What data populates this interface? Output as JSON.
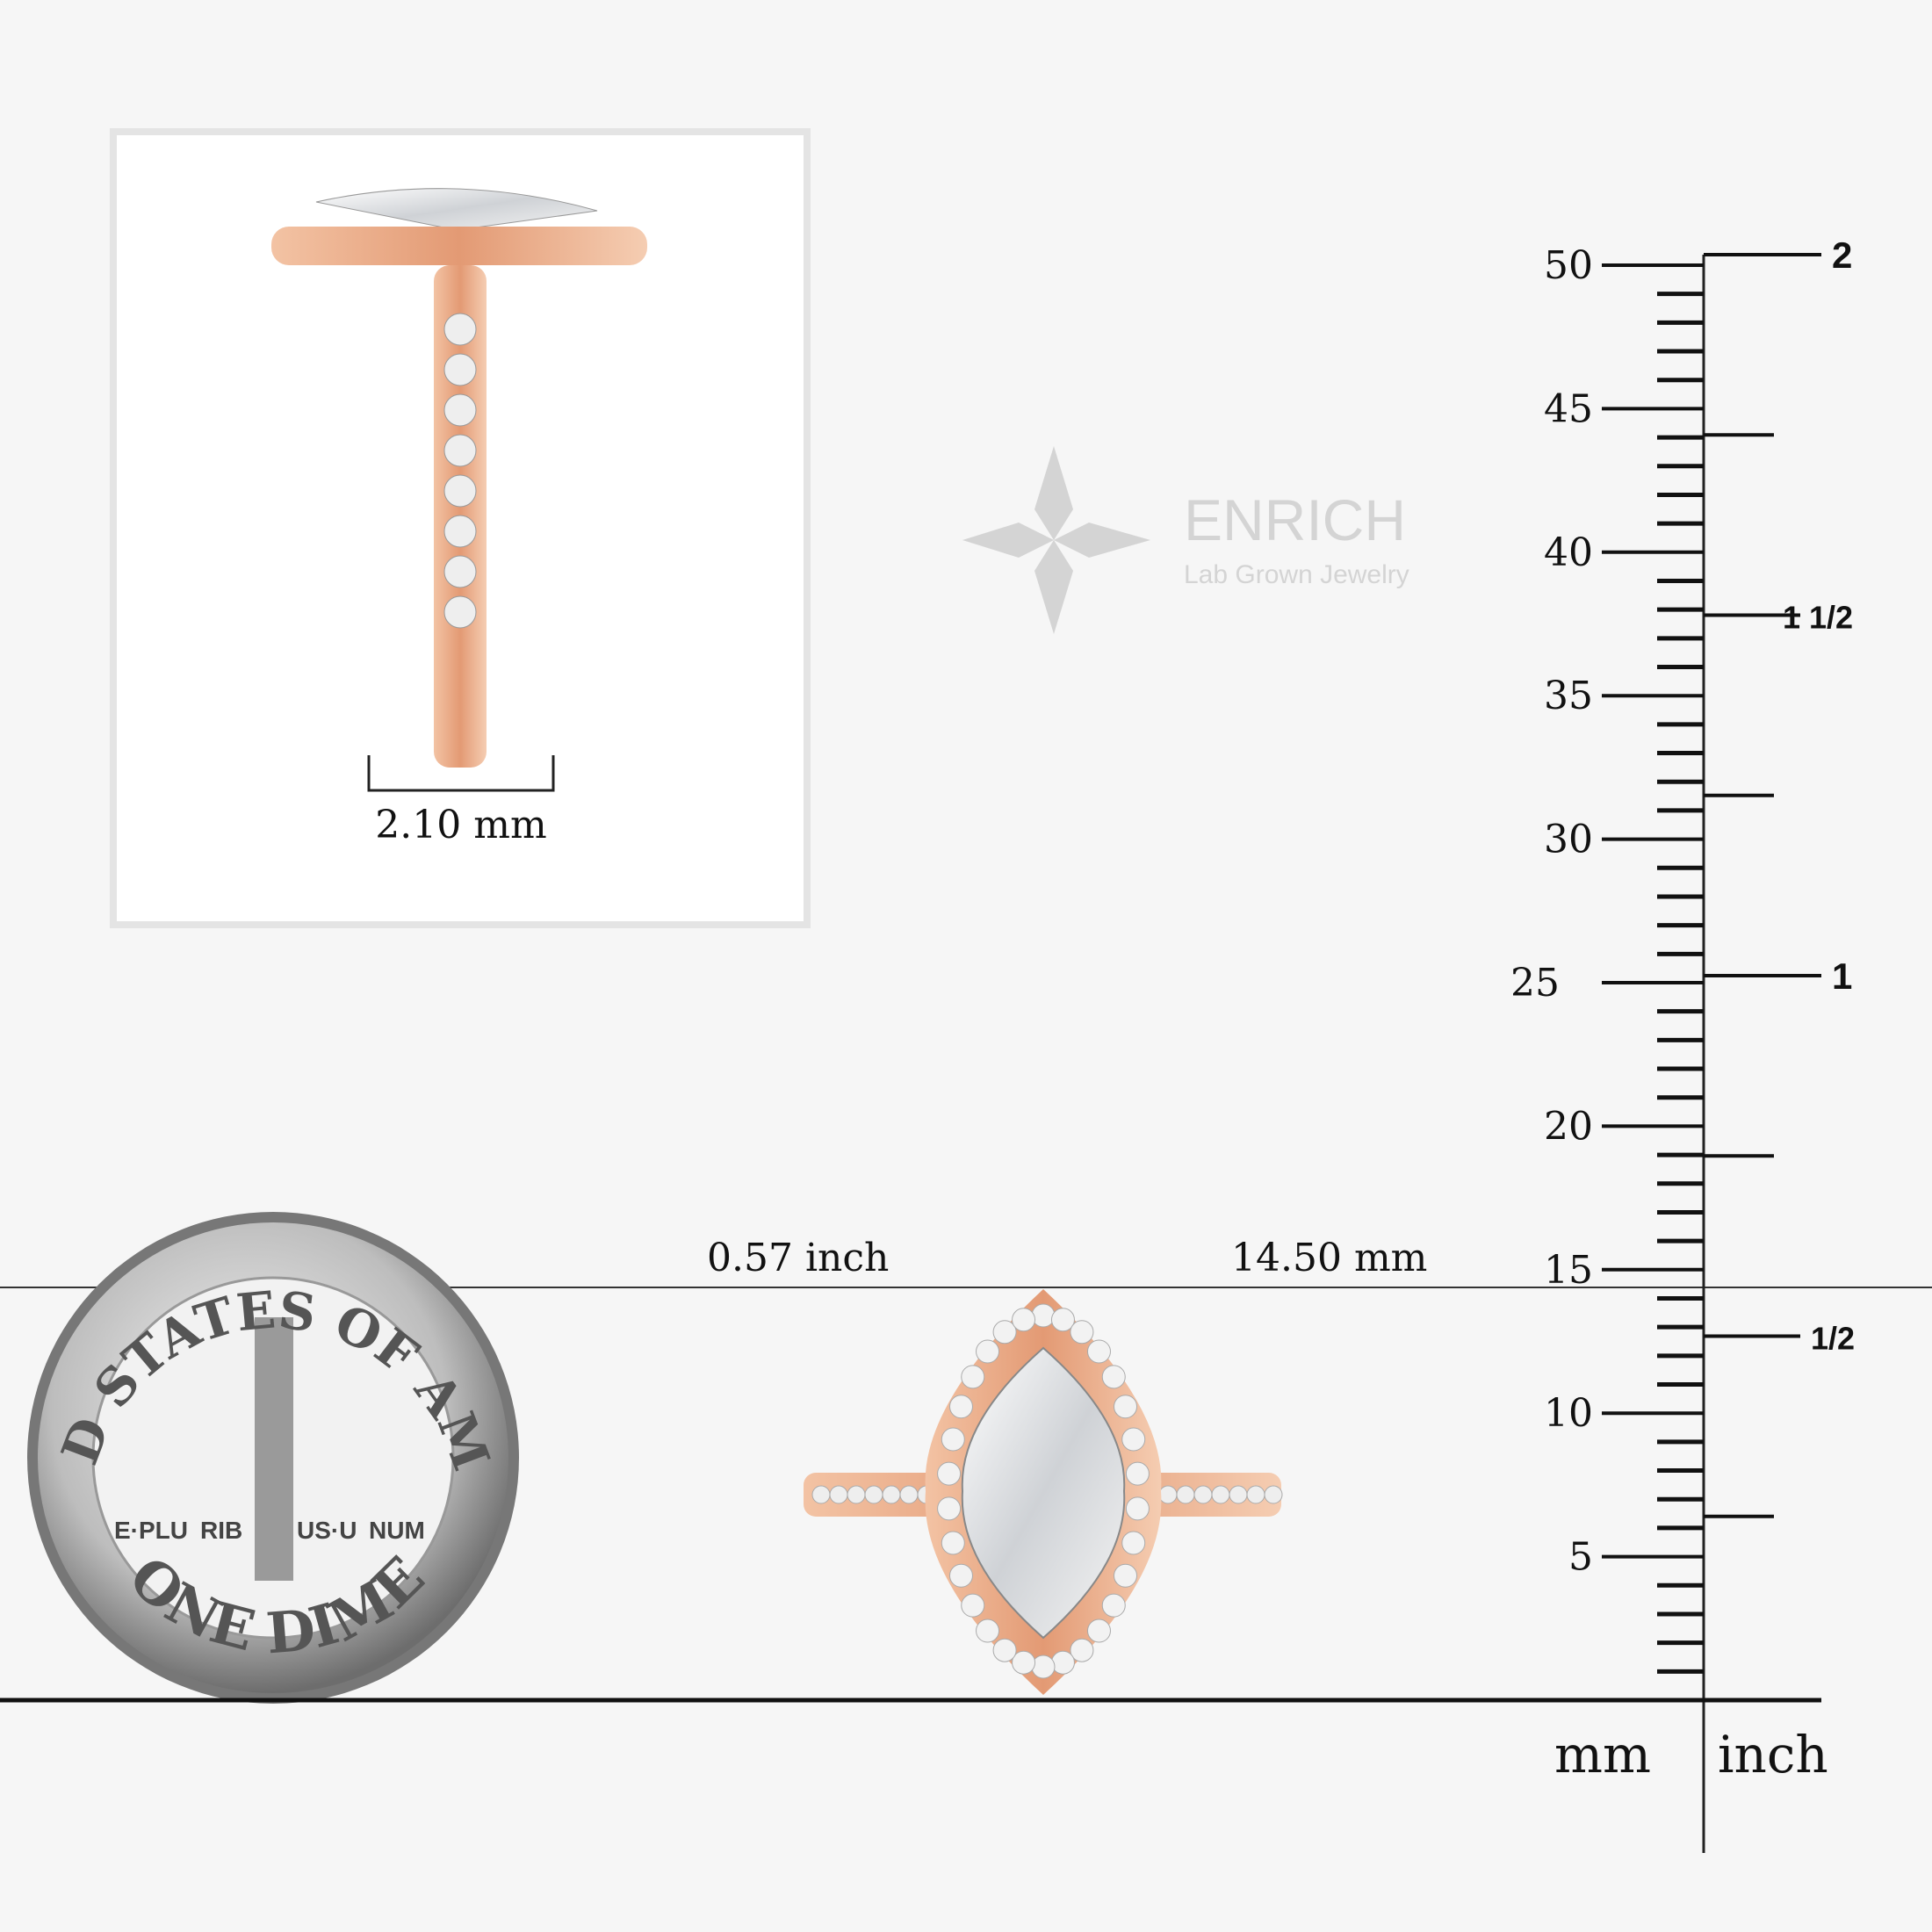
{
  "side_view": {
    "band_width_label": "2.10 mm"
  },
  "top_view": {
    "width_inch_label": "0.57 inch",
    "width_mm_label": "14.50 mm"
  },
  "brand": {
    "name": "ENRICH",
    "tagline": "Lab Grown Jewelry"
  },
  "coin": {
    "top_text": "UNITED STATES OF AMERICA",
    "motto": [
      "E·PLU",
      "RIB",
      "US·U",
      "NUM"
    ],
    "bottom_text": "ONE DIME"
  },
  "ruler": {
    "mm_unit": "mm",
    "inch_unit": "inch",
    "mm_labels": [
      "5",
      "10",
      "15",
      "20",
      "25",
      "30",
      "35",
      "40",
      "45",
      "50"
    ],
    "inch_labels": [
      {
        "value": 0.5,
        "label": "1/2"
      },
      {
        "value": 1,
        "label": "1"
      },
      {
        "value": 1.5,
        "label": "1 1/2"
      },
      {
        "value": 2,
        "label": "2"
      }
    ]
  },
  "colors": {
    "rose_gold": "#e8a884",
    "text": "#111111",
    "watermark": "#cfcfcf"
  }
}
